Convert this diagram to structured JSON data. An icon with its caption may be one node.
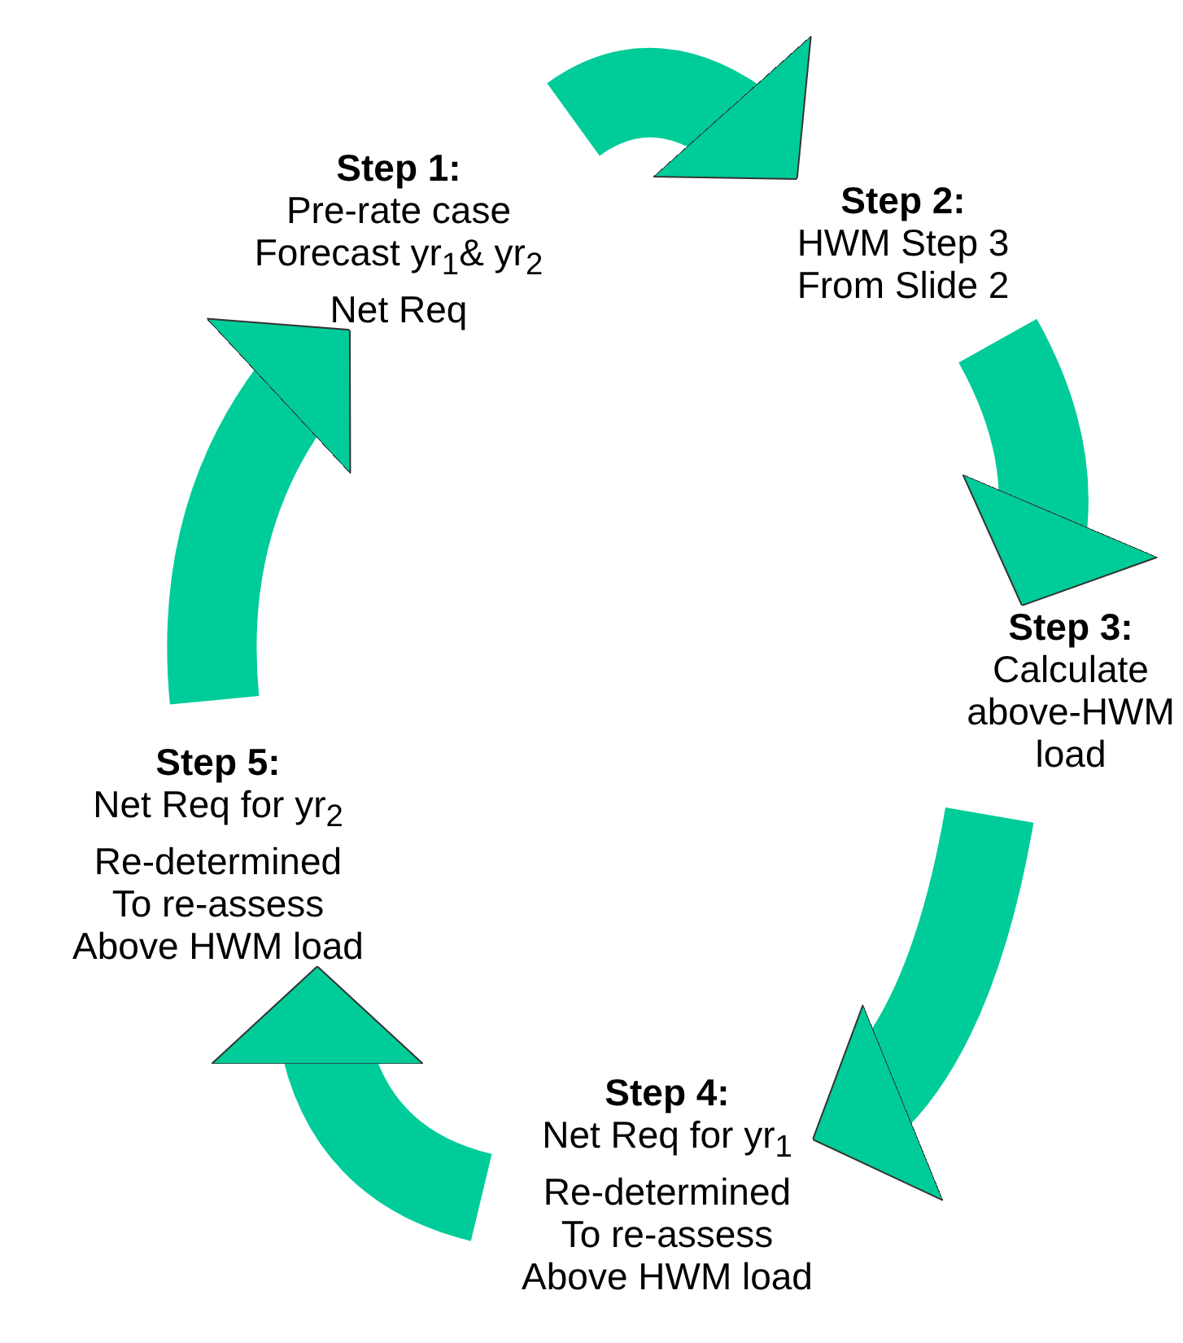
{
  "diagram": {
    "nodes": [
      {
        "text": [
          "Step 1:",
          "Pre-rate case",
          "Forecast yr$_{1}$& yr$_{2}$",
          "Net Req"
        ]
      },
      {
        "text": [
          "Step 2:",
          "HWM Step 3",
          "From Slide 2"
        ]
      },
      {
        "text": [
          "Step 3:",
          "Calculate",
          "above-HWM",
          "load"
        ]
      },
      {
        "text": [
          "Step 4:",
          "Net Req for yr$_{1}$",
          "Re-determined",
          "To re-assess",
          "Above HWM load"
        ]
      },
      {
        "text": [
          "Step 5:",
          "Net Req for yr$_{2}$",
          "Re-determined",
          "To re-assess",
          "Above HWM load"
        ]
      }
    ],
    "edges": [
      {
        "from": 0,
        "to": 1,
        "arrow": "to"
      },
      {
        "from": 1,
        "to": 2,
        "arrow": "to"
      },
      {
        "from": 2,
        "to": 3,
        "arrow": "to"
      },
      {
        "from": 3,
        "to": 4,
        "arrow": "to"
      },
      {
        "from": 4,
        "to": 0,
        "arrow": "to"
      }
    ]
  }
}
